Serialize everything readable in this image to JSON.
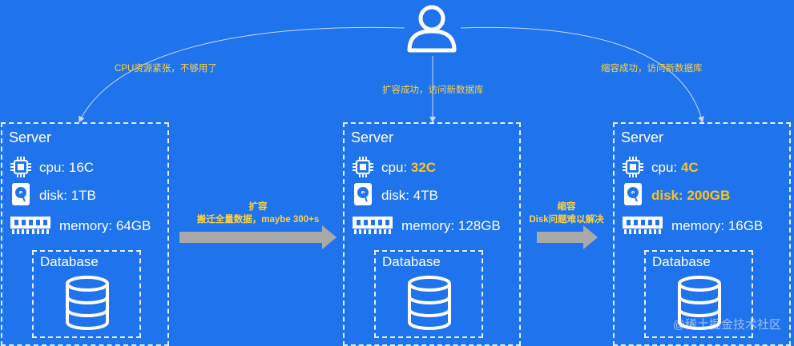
{
  "connections": {
    "left": "CPU资源紧张，不够用了",
    "middle": "扩容成功，访问新数据库",
    "right": "缩容成功，访问新数据库"
  },
  "servers": [
    {
      "title": "Server",
      "cpu_label": "cpu: ",
      "cpu_value": "16C",
      "disk_label": "disk: ",
      "disk_value": "1TB",
      "memory_label": "memory: ",
      "memory_value": "64GB",
      "database_title": "Database"
    },
    {
      "title": "Server",
      "cpu_label": "cpu: ",
      "cpu_value": "32C",
      "disk_label": "disk: ",
      "disk_value": "4TB",
      "memory_label": "memory: ",
      "memory_value": "128GB",
      "database_title": "Database"
    },
    {
      "title": "Server",
      "cpu_label": "cpu: ",
      "cpu_value": "4C",
      "disk_label": "disk: ",
      "disk_value": "200GB",
      "memory_label": "memory: ",
      "memory_value": "16GB",
      "database_title": "Database"
    }
  ],
  "transitions": [
    {
      "line1": "扩容",
      "line2": "搬迁全量数据，maybe 300+s"
    },
    {
      "line1": "缩容",
      "line2": "Disk问题难以解决"
    }
  ],
  "watermark": "@稀土掘金技术社区",
  "colors": {
    "background": "#1f74ee",
    "highlight": "#ffc21a",
    "arrow": "#a9a9a9"
  },
  "icons": [
    "user-icon",
    "cpu-icon",
    "disk-icon",
    "memory-icon",
    "database-icon"
  ]
}
